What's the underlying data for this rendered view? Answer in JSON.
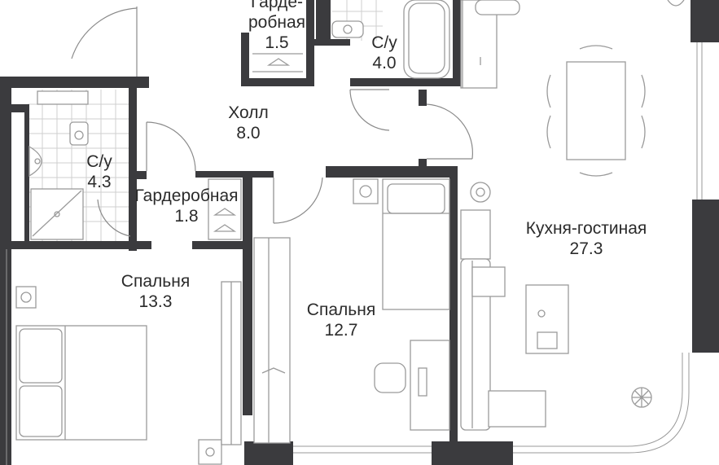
{
  "rooms": {
    "wardrobe_top": {
      "name_line1": "Гарде-",
      "name_line2": "робная",
      "area": "1.5"
    },
    "bath_top": {
      "name": "С/у",
      "area": "4.0"
    },
    "hall": {
      "name": "Холл",
      "area": "8.0"
    },
    "bath_left": {
      "name": "С/у",
      "area": "4.3"
    },
    "wardrobe_mid": {
      "name": "Гардеробная",
      "area": "1.8"
    },
    "bedroom_left": {
      "name": "Спальня",
      "area": "13.3"
    },
    "bedroom_mid": {
      "name": "Спальня",
      "area": "12.7"
    },
    "living": {
      "name": "Кухня-гостиная",
      "area": "27.3"
    }
  },
  "colors": {
    "wall": "#3b3b3e",
    "furniture": "#9a9a9a",
    "tile": "#cfcfcf",
    "text": "#2b2b2b"
  }
}
